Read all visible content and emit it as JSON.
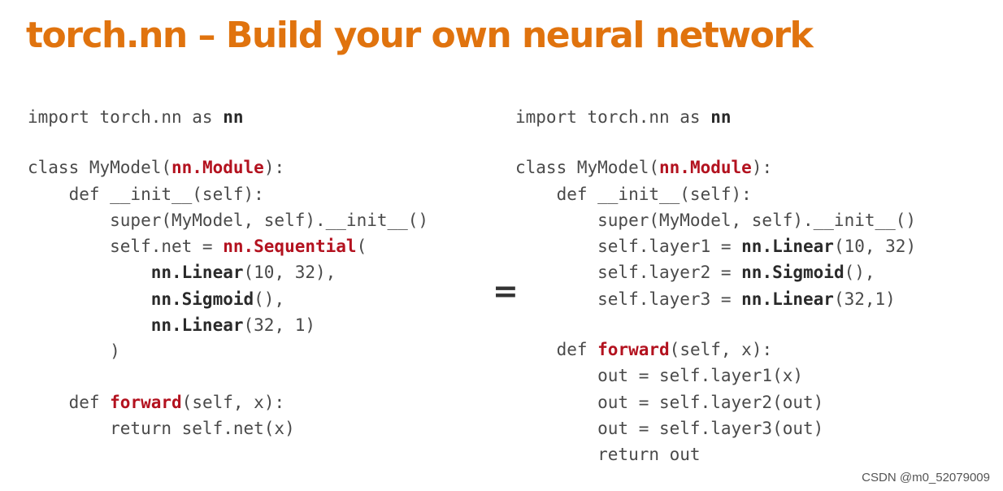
{
  "title": "torch.nn – Build your own neural network",
  "left_code": [
    {
      "pre": "import torch.nn as ",
      "b": "nn"
    },
    {
      "blank": true
    },
    {
      "pre": "class MyModel(",
      "kw": "nn.Module",
      "post": "):"
    },
    {
      "pre": "    def __init__(self):"
    },
    {
      "pre": "        super(MyModel, self).__init__()"
    },
    {
      "pre": "        self.net = ",
      "kw": "nn.Sequential",
      "post": "("
    },
    {
      "pre": "            ",
      "b": "nn.Linear",
      "post": "(10, 32),"
    },
    {
      "pre": "            ",
      "b": "nn.Sigmoid",
      "post": "(),"
    },
    {
      "pre": "            ",
      "b": "nn.Linear",
      "post": "(32, 1)"
    },
    {
      "pre": "        )"
    },
    {
      "blank": true
    },
    {
      "pre": "    def ",
      "kw": "forward",
      "post": "(self, x):"
    },
    {
      "pre": "        return self.net(x)"
    }
  ],
  "equals_sign": "=",
  "right_code": [
    {
      "pre": "import torch.nn as ",
      "b": "nn"
    },
    {
      "blank": true
    },
    {
      "pre": "class MyModel(",
      "kw": "nn.Module",
      "post": "):"
    },
    {
      "pre": "    def __init__(self):"
    },
    {
      "pre": "        super(MyModel, self).__init__()"
    },
    {
      "pre": "        self.layer1 = ",
      "b": "nn.Linear",
      "post": "(10, 32)"
    },
    {
      "pre": "        self.layer2 = ",
      "b": "nn.Sigmoid",
      "post": "(),"
    },
    {
      "pre": "        self.layer3 = ",
      "b": "nn.Linear",
      "post": "(32,1)"
    },
    {
      "blank": true
    },
    {
      "pre": "    def ",
      "kw": "forward",
      "post": "(self, x):"
    },
    {
      "pre": "        out = self.layer1(x)"
    },
    {
      "pre": "        out = self.layer2(out)"
    },
    {
      "pre": "        out = self.layer3(out)"
    },
    {
      "pre": "        return out"
    }
  ],
  "watermark": "CSDN @m0_52079009"
}
